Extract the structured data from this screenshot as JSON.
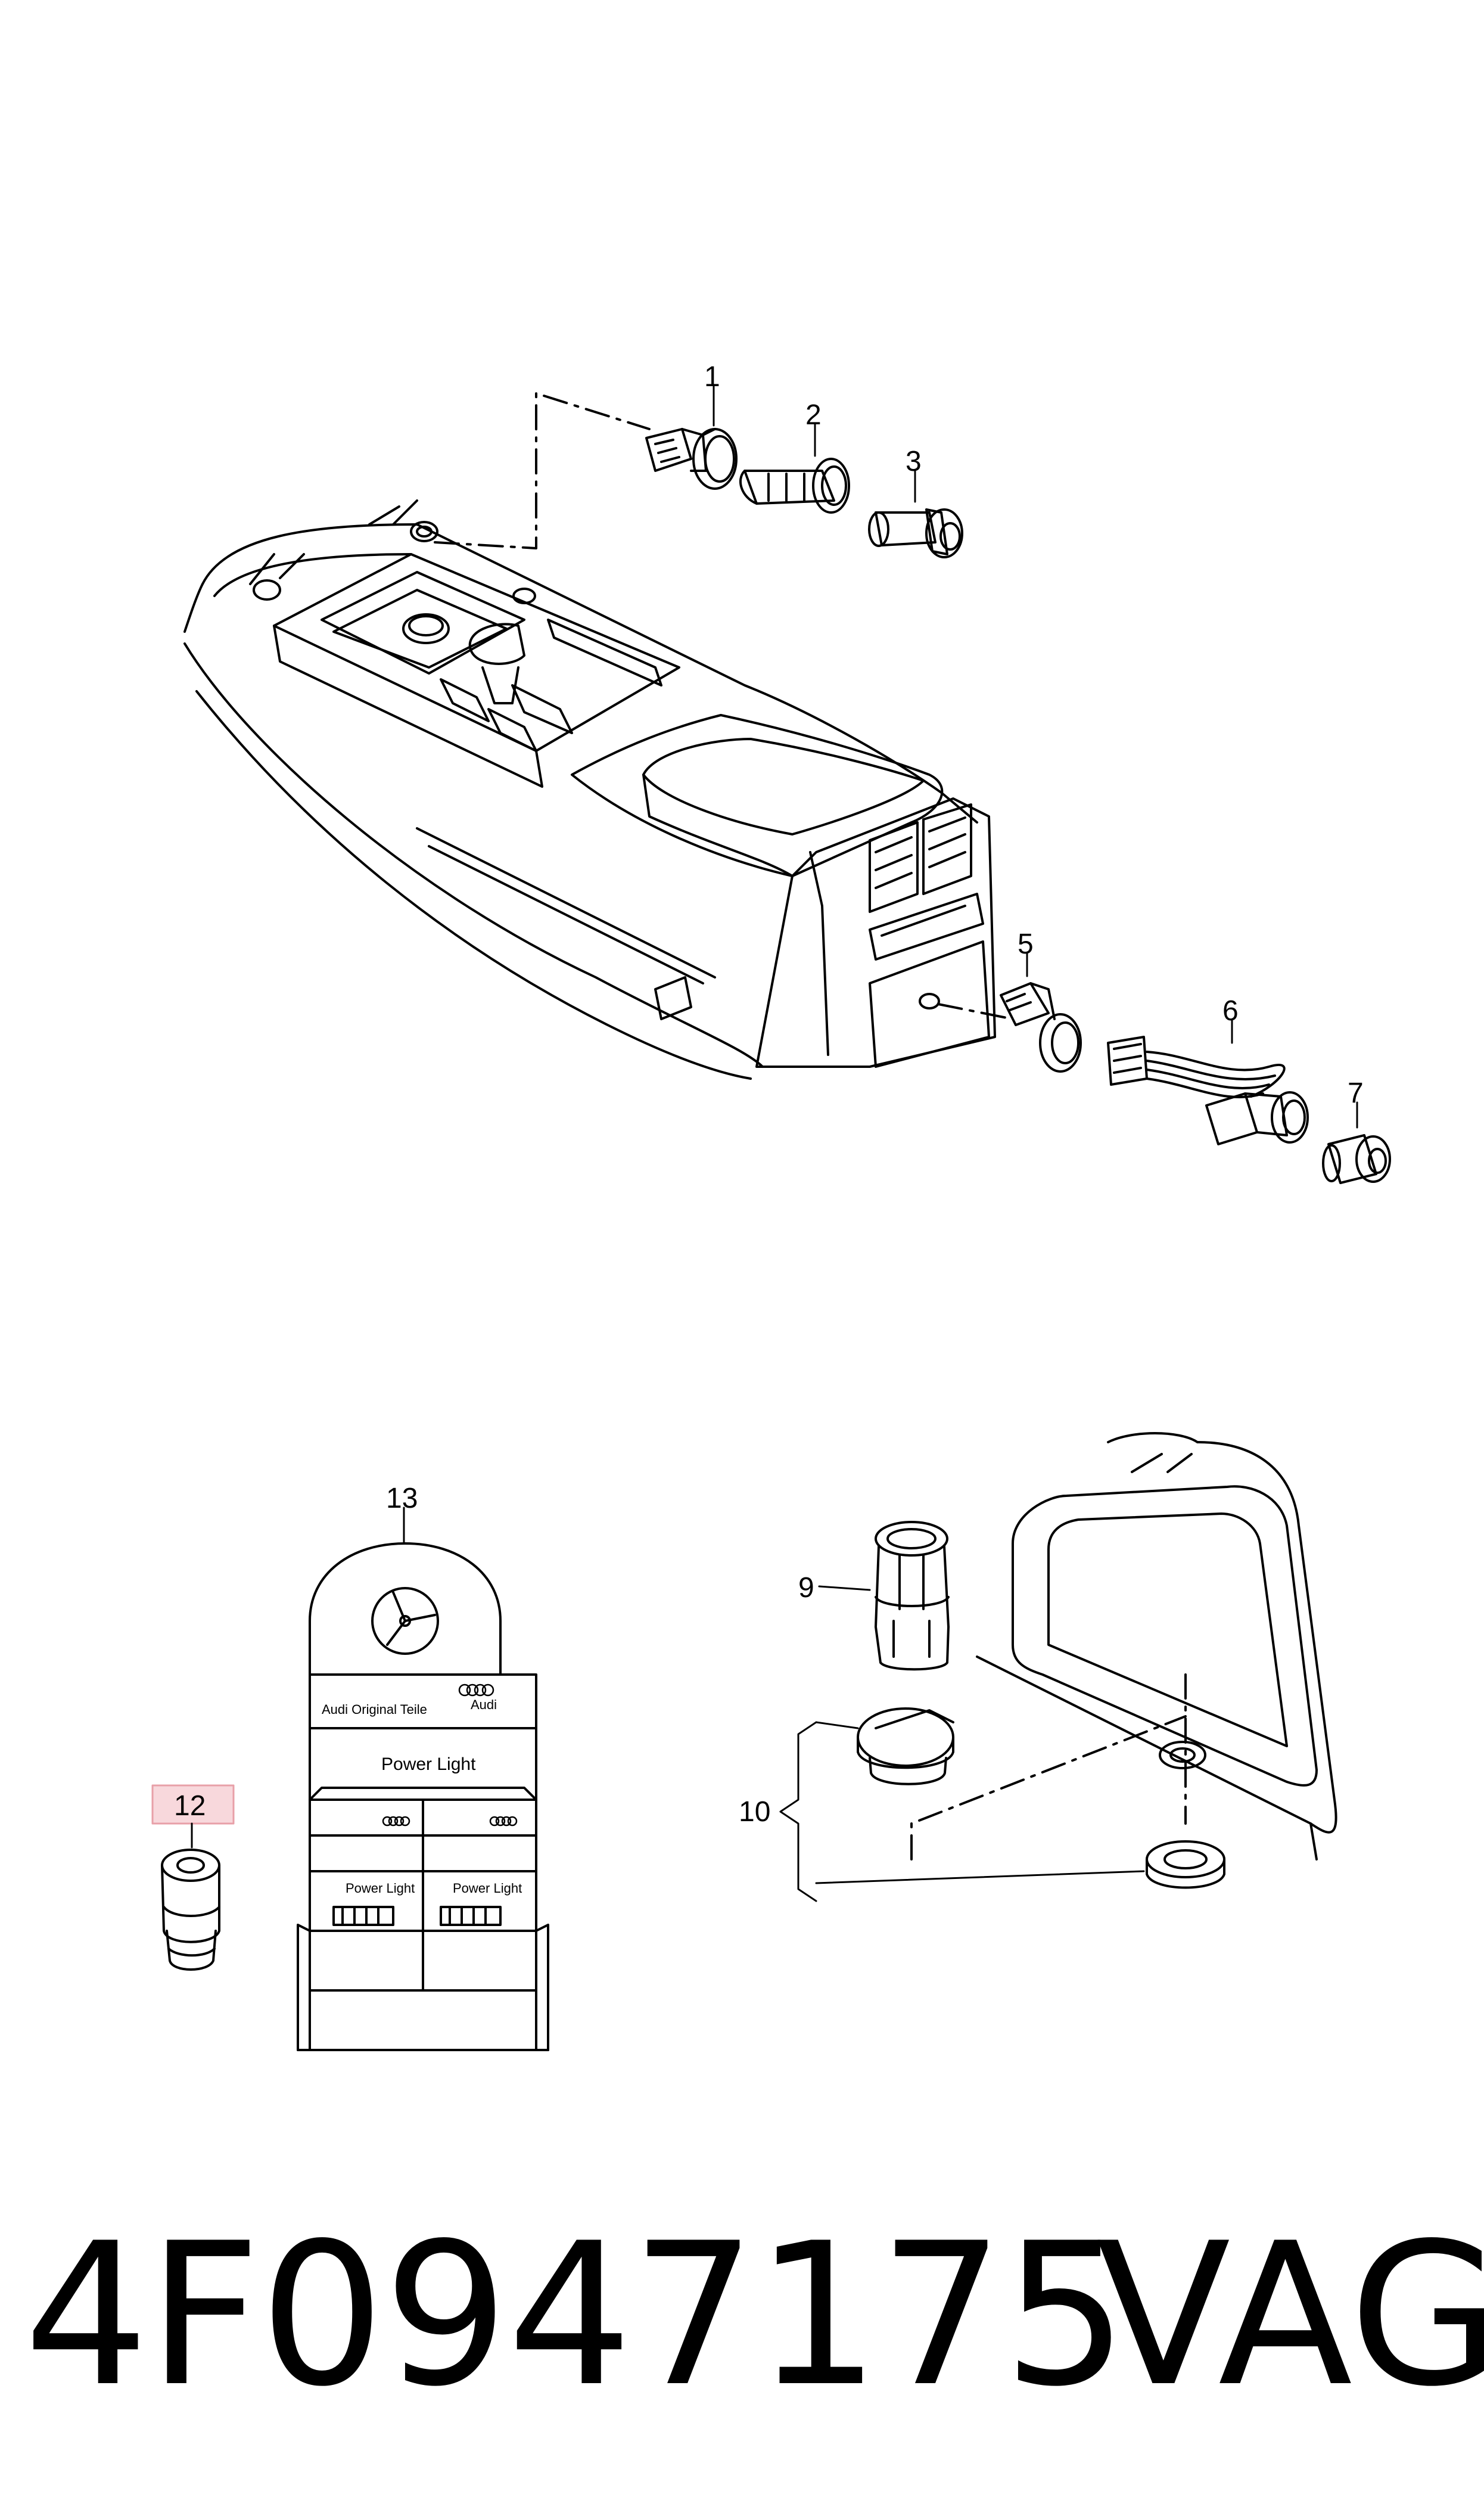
{
  "callouts": [
    "1",
    "2",
    "3",
    "5",
    "6",
    "7",
    "13",
    "9",
    "10",
    "12"
  ],
  "highlight_color": "#e8a0a8",
  "highlight_fill": "#f8d8dc",
  "box_text_small": "Audi Original Teile",
  "box_brand": "Audi",
  "box_title": "Power Light",
  "box_slot_label_left": "Power Light",
  "box_slot_label_right": "Power Light",
  "part_number": "4F0947175",
  "brand": "VAG"
}
